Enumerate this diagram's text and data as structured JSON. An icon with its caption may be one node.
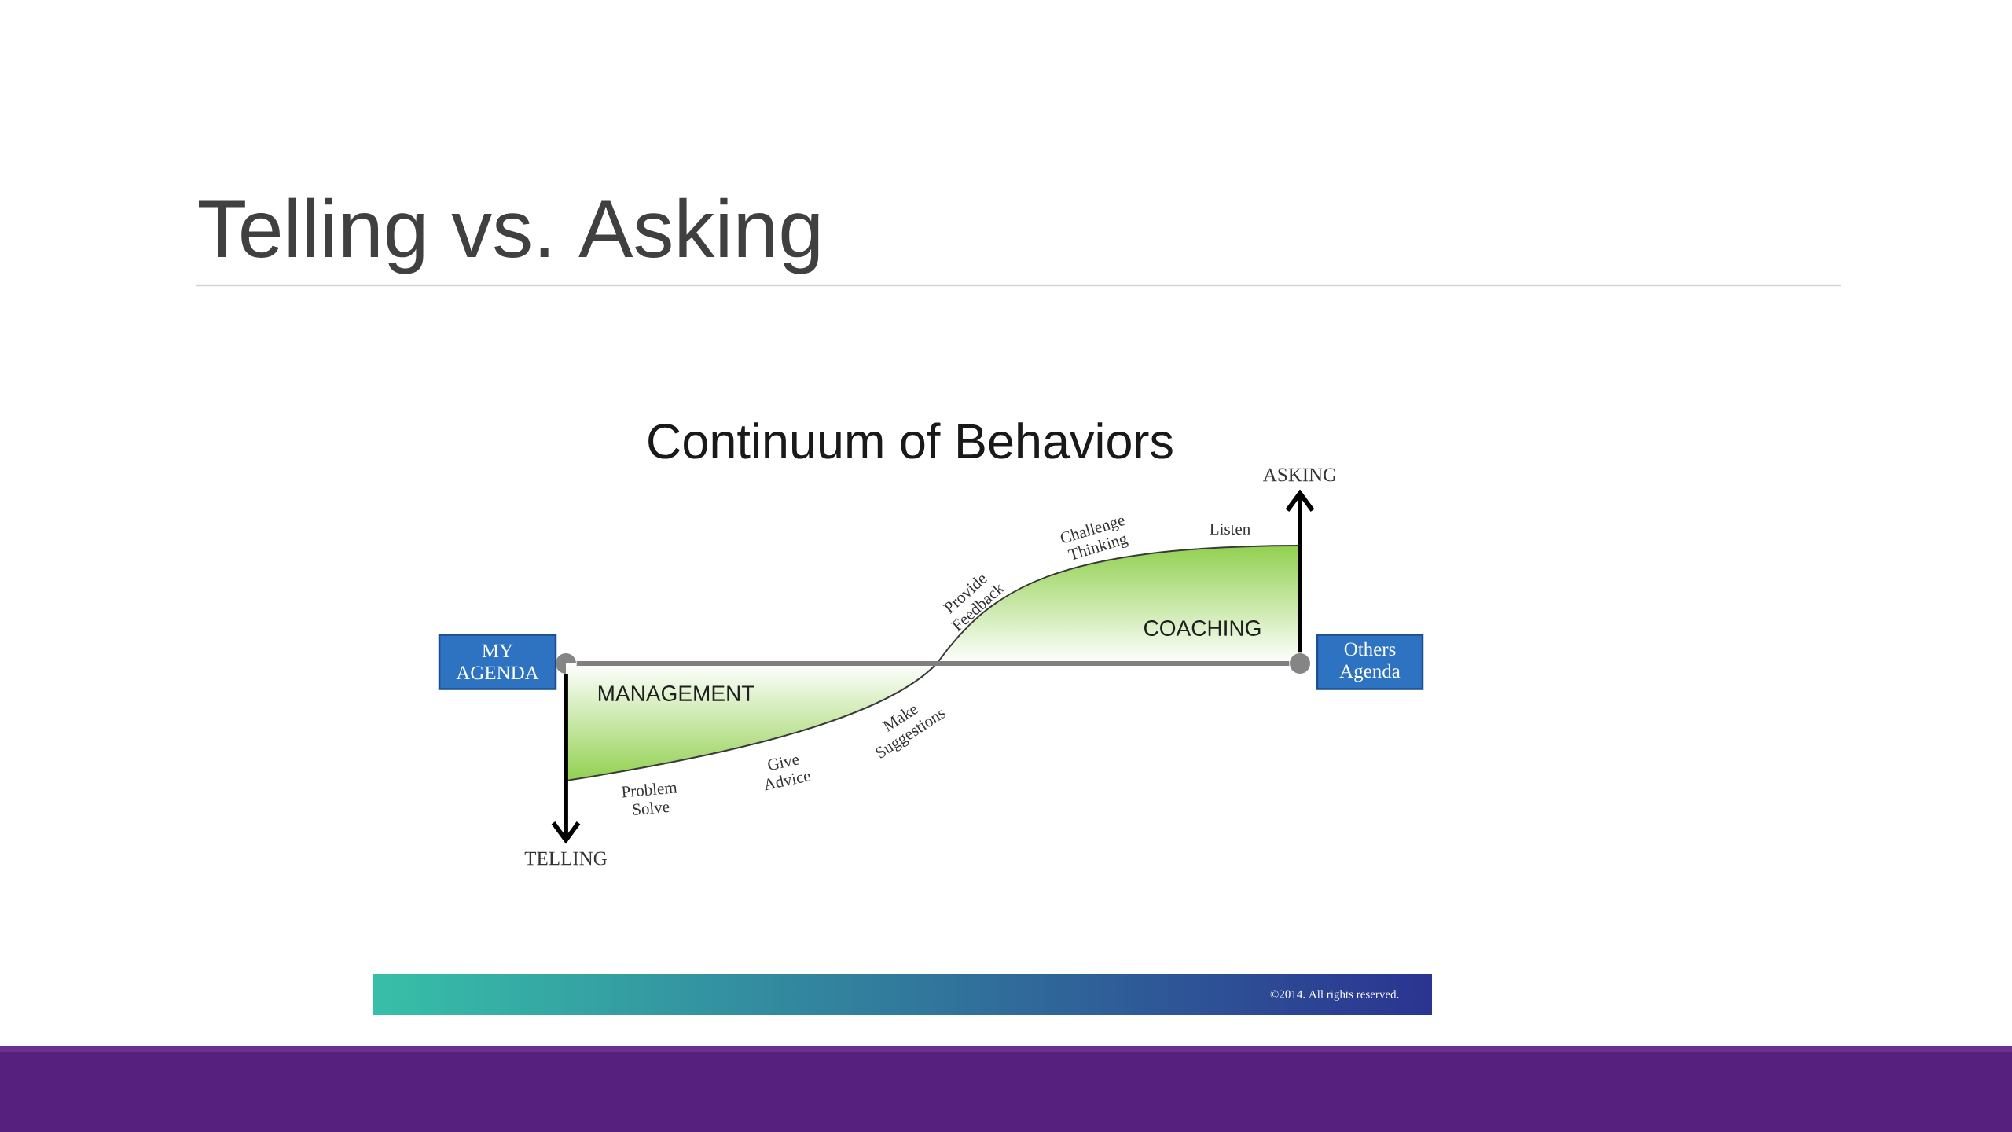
{
  "diagram": {
    "title": "Telling vs. Asking",
    "nodes": [
      {
        "text": [
          "ASKING"
        ]
      },
      {
        "text": [
          "COACHING"
        ]
      },
      {
        "text": [
          "MY AGENDA"
        ]
      },
      {
        "text": [],
        "shape": "circle"
      },
      {
        "text": [],
        "shape": "circle"
      },
      {
        "text": [
          "Others Agenda"
        ]
      },
      {
        "text": [
          "MANAGEMENT"
        ]
      },
      {
        "text": [
          "TELLING"
        ]
      }
    ],
    "edges": [
      {
        "from": 3,
        "to": 4,
        "arrow": "none",
        "color": "#808080"
      },
      {
        "from": 3,
        "to": 7,
        "arrow": "to"
      },
      {
        "from": 4,
        "to": 0,
        "arrow": "to"
      }
    ],
    "labels": [
      "Continuum of Behaviors",
      "Problem Solve",
      "Give Advice",
      "Make Suggestions",
      "Provide Feedback",
      "Challenge Thinking",
      "Listen",
      "©2014. All rights reserved."
    ]
  }
}
